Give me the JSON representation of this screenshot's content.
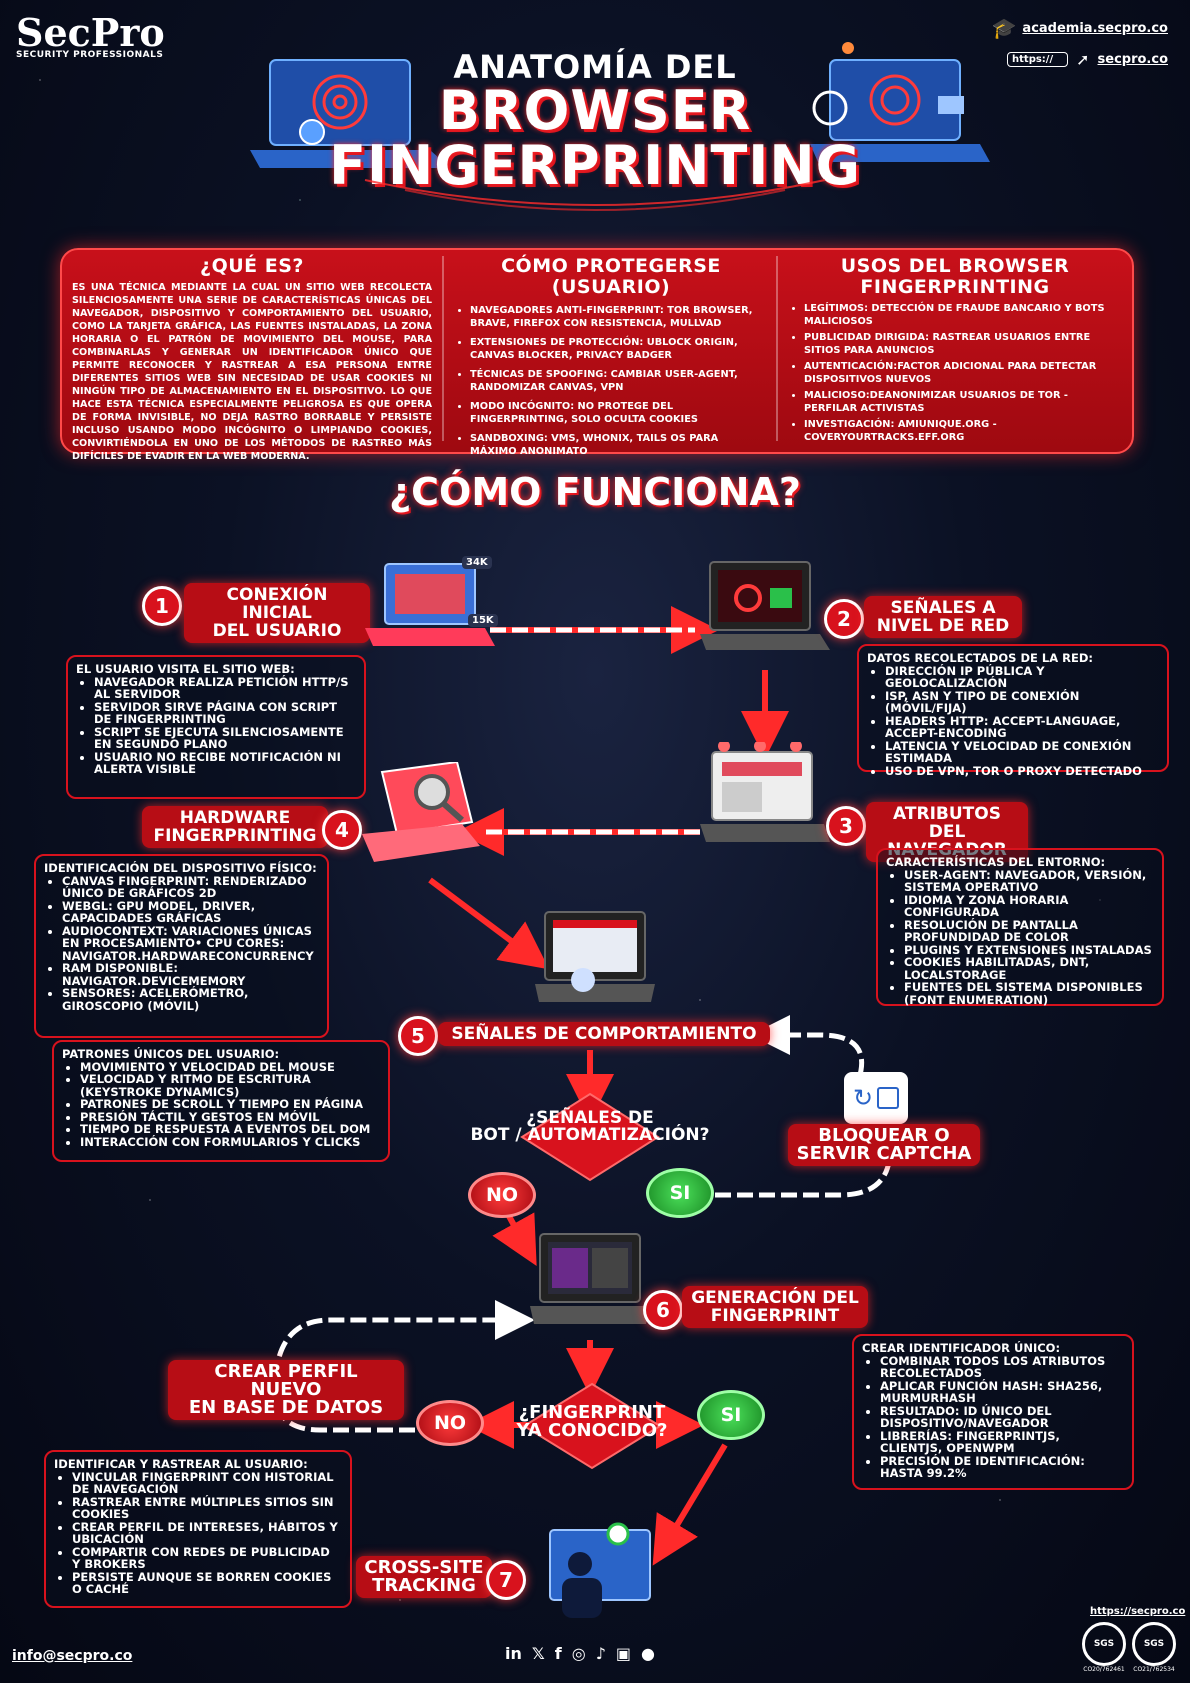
{
  "brand": {
    "name": "SecPro",
    "tagline": "SECURITY PROFESSIONALS"
  },
  "links": {
    "academia": "academia.secpro.co",
    "site": "secpro.co",
    "https": "https://"
  },
  "title": {
    "line1": "ANATOMÍA DEL",
    "line2": "BROWSER",
    "line3": "FINGERPRINTING"
  },
  "intro": {
    "que_es": {
      "heading": "¿QUÉ ES?",
      "text": "ES UNA TÉCNICA MEDIANTE LA CUAL UN SITIO WEB RECOLECTA SILENCIOSAMENTE UNA SERIE DE CARACTERÍSTICAS ÚNICAS DEL NAVEGADOR, DISPOSITIVO Y COMPORTAMIENTO DEL USUARIO, COMO LA TARJETA GRÁFICA, LAS FUENTES INSTALADAS, LA ZONA HORARIA O EL PATRÓN DE MOVIMIENTO DEL MOUSE, PARA COMBINARLAS Y GENERAR UN IDENTIFICADOR ÚNICO QUE PERMITE RECONOCER Y RASTREAR A ESA PERSONA ENTRE DIFERENTES SITIOS WEB SIN NECESIDAD DE USAR COOKIES NI NINGÚN TIPO DE ALMACENAMIENTO EN EL DISPOSITIVO. LO QUE HACE ESTA TÉCNICA ESPECIALMENTE PELIGROSA ES QUE OPERA DE FORMA INVISIBLE, NO DEJA RASTRO BORRABLE Y PERSISTE INCLUSO USANDO MODO INCÓGNITO O LIMPIANDO COOKIES, CONVIRTIÉNDOLA EN UNO DE LOS MÉTODOS DE RASTREO MÁS DIFÍCILES DE EVADIR EN LA WEB MODERNA."
    },
    "proteger": {
      "heading": "CÓMO PROTEGERSE (USUARIO)",
      "items": [
        "NAVEGADORES ANTI-FINGERPRINT: TOR BROWSER, BRAVE, FIREFOX CON RESISTENCIA, MULLVAD",
        "EXTENSIONES DE PROTECCIÓN: UBLOCK ORIGIN, CANVAS BLOCKER, PRIVACY BADGER",
        "TÉCNICAS DE SPOOFING: CAMBIAR USER-AGENT, RANDOMIZAR CANVAS, VPN",
        "MODO INCÓGNITO: NO PROTEGE DEL FINGERPRINTING, SOLO OCULTA COOKIES",
        "SANDBOXING: VMS, WHONIX, TAILS OS PARA MÁXIMO ANONIMATO"
      ]
    },
    "usos": {
      "heading1": "USOS DEL BROWSER",
      "heading2": "FINGERPRINTING",
      "items": [
        "LEGÍTIMOS: DETECCIÓN DE FRAUDE BANCARIO Y BOTS MALICIOSOS",
        "PUBLICIDAD DIRIGIDA: RASTREAR USUARIOS ENTRE SITIOS PARA ANUNCIOS",
        "AUTENTICACIÓN:FACTOR ADICIONAL PARA DETECTAR DISPOSITIVOS NUEVOS",
        "MALICIOSO:DEANONIMIZAR USUARIOS DE TOR - PERFILAR ACTIVISTAS",
        "INVESTIGACIÓN: AMIUNIQUE.ORG - COVERYOURTRACKS.EFF.ORG"
      ]
    }
  },
  "como_funciona": "¿CÓMO FUNCIONA?",
  "steps": {
    "s1": {
      "num": "1",
      "label1": "CONEXIÓN INICIAL",
      "label2": "DEL USUARIO",
      "intro": "EL USUARIO VISITA EL SITIO WEB:",
      "items": [
        "NAVEGADOR REALIZA PETICIÓN HTTP/S AL SERVIDOR",
        "SERVIDOR SIRVE PÁGINA CON SCRIPT DE FINGERPRINTING",
        "SCRIPT SE EJECUTA SILENCIOSAMENTE EN SEGUNDO PLANO",
        "USUARIO NO RECIBE NOTIFICACIÓN NI ALERTA VISIBLE"
      ]
    },
    "s2": {
      "num": "2",
      "label1": "SEÑALES A",
      "label2": "NIVEL DE RED",
      "intro": "DATOS RECOLECTADOS DE LA RED:",
      "items": [
        "DIRECCIÓN IP PÚBLICA Y GEOLOCALIZACIÓN",
        "ISP, ASN Y TIPO DE CONEXIÓN (MÓVIL/FIJA)",
        "HEADERS HTTP: ACCEPT-LANGUAGE, ACCEPT-ENCODING",
        "LATENCIA Y VELOCIDAD DE CONEXIÓN ESTIMADA",
        "USO DE VPN, TOR O PROXY DETECTADO"
      ]
    },
    "s3": {
      "num": "3",
      "label1": "ATRIBUTOS DEL",
      "label2": "NAVEGADOR",
      "intro": "CARACTERÍSTICAS DEL ENTORNO:",
      "items": [
        "USER-AGENT: NAVEGADOR, VERSIÓN, SISTEMA OPERATIVO",
        "IDIOMA Y ZONA HORARIA CONFIGURADA",
        "RESOLUCIÓN DE PANTALLA PROFUNDIDAD DE COLOR",
        "PLUGINS Y EXTENSIONES INSTALADAS",
        "COOKIES HABILITADAS, DNT, LOCALSTORAGE",
        "FUENTES DEL SISTEMA DISPONIBLES (FONT ENUMERATION)"
      ]
    },
    "s4": {
      "num": "4",
      "label1": "HARDWARE",
      "label2": "FINGERPRINTING",
      "intro": "IDENTIFICACIÓN DEL DISPOSITIVO FÍSICO:",
      "items": [
        "CANVAS FINGERPRINT: RENDERIZADO ÚNICO DE GRÁFICOS 2D",
        "WEBGL: GPU MODEL, DRIVER, CAPACIDADES GRÁFICAS",
        "AUDIOCONTEXT: VARIACIONES ÚNICAS EN PROCESAMIENTO• CPU CORES: NAVIGATOR.HARDWARECONCURRENCY",
        "RAM DISPONIBLE: NAVIGATOR.DEVICEMEMORY",
        "SENSORES: ACELERÓMETRO, GIROSCOPIO (MÓVIL)"
      ]
    },
    "s5": {
      "num": "5",
      "label": "SEÑALES DE COMPORTAMIENTO",
      "intro": "PATRONES ÚNICOS DEL USUARIO:",
      "items": [
        "MOVIMIENTO Y VELOCIDAD DEL MOUSE",
        "VELOCIDAD Y RITMO DE ESCRITURA (KEYSTROKE DYNAMICS)",
        "PATRONES DE SCROLL Y TIEMPO EN PÁGINA",
        "PRESIÓN TÁCTIL Y GESTOS EN MÓVIL",
        "TIEMPO DE RESPUESTA A EVENTOS DEL DOM",
        "INTERACCIÓN CON FORMULARIOS Y CLICKS"
      ]
    },
    "s6": {
      "num": "6",
      "label1": "GENERACIÓN DEL",
      "label2": "FINGERPRINT",
      "intro": "CREAR IDENTIFICADOR ÚNICO:",
      "items": [
        "COMBINAR TODOS LOS ATRIBUTOS RECOLECTADOS",
        "APLICAR FUNCIÓN HASH: SHA256, MURMURHASH",
        "RESULTADO: ID ÚNICO DEL DISPOSITIVO/NAVEGADOR",
        "LIBRERÍAS: FINGERPRINTJS, CLIENTJS, OPENWPM",
        "PRECISIÓN DE IDENTIFICACIÓN: HASTA 99.2%"
      ]
    },
    "s7": {
      "num": "7",
      "label1": "CROSS-SITE",
      "label2": "TRACKING",
      "intro": "IDENTIFICAR Y RASTREAR AL USUARIO:",
      "items": [
        "VINCULAR FINGERPRINT CON HISTORIAL DE NAVEGACIÓN",
        "RASTREAR ENTRE MÚLTIPLES SITIOS SIN COOKIES",
        "CREAR PERFIL DE INTERESES, HÁBITOS Y UBICACIÓN",
        "COMPARTIR CON REDES DE PUBLICIDAD Y BROKERS",
        "PERSISTE AUNQUE SE BORREN COOKIES O CACHÉ"
      ]
    }
  },
  "decisions": {
    "bot": {
      "l1": "¿SEÑALES DE",
      "l2": "BOT / AUTOMATIZACIÓN?",
      "no": "NO",
      "si": "SI"
    },
    "known": {
      "l1": "¿FINGERPRINT",
      "l2": "YA CONOCIDO?",
      "no": "NO",
      "si": "SI"
    },
    "captcha": {
      "l1": "BLOQUEAR O",
      "l2": "SERVIR CAPTCHA"
    },
    "new_profile": {
      "l1": "CREAR PERFIL NUEVO",
      "l2": "EN BASE DE DATOS"
    }
  },
  "badges": {
    "b34k": "34K",
    "b15k": "15K"
  },
  "footer": {
    "email": "info@secpro.co",
    "url": "https://secpro.co",
    "cert1": "CO20/762461",
    "cert2": "CO21/762534",
    "sgs": "SGS"
  },
  "colors": {
    "red": "#d8121d",
    "green": "#1faa2a",
    "bg": "#0b1124"
  }
}
